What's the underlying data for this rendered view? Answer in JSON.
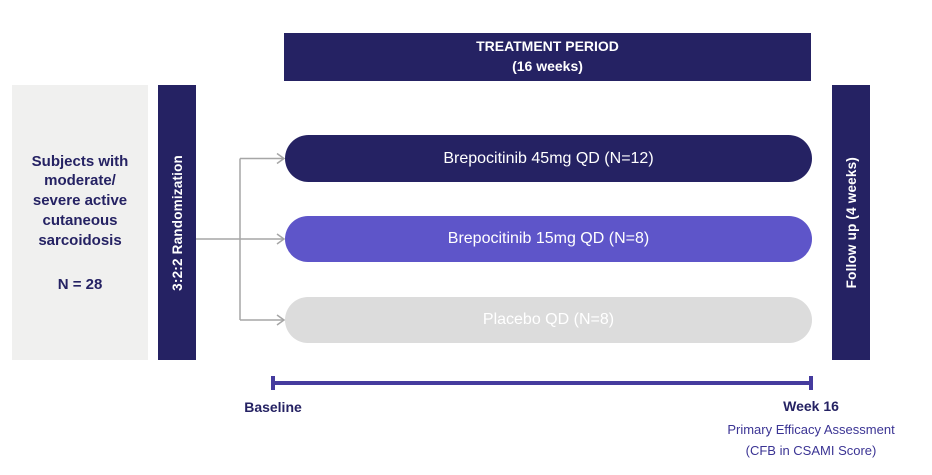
{
  "subjects_box": {
    "description": "Subjects with\nmoderate/\nsevere active\ncutaneous\nsarcoidosis",
    "count": "N = 28"
  },
  "randomization_bar": {
    "label": "3:2:2 Randomization"
  },
  "treatment_header": {
    "label": "TREATMENT PERIOD\n(16 weeks)"
  },
  "arms": [
    {
      "label": "Brepocitinib 45mg QD (N=12)",
      "bg": "#252263",
      "fg": "#ffffff"
    },
    {
      "label": "Brepocitinib 15mg QD (N=8)",
      "bg": "#5e55c9",
      "fg": "#ffffff"
    },
    {
      "label": "Placebo QD (N=8)",
      "bg": "#dcdcdc",
      "fg": "#ffffff"
    }
  ],
  "followup_bar": {
    "label": "Follow up (4 weeks)"
  },
  "timeline": {
    "start_label": "Baseline",
    "end_label": "Week 16",
    "assessment_line1": "Primary Efficacy Assessment",
    "assessment_line2": "(CFB in CSAMI Score)",
    "color": "#453b9e"
  },
  "colors": {
    "navy": "#252263",
    "purple": "#5e55c9",
    "pill_gray": "#dcdcdc",
    "box_gray": "#f0f0ef",
    "arrow": "#a6a6a6",
    "text_navy": "#252263",
    "assessment_text": "#3b3494"
  }
}
